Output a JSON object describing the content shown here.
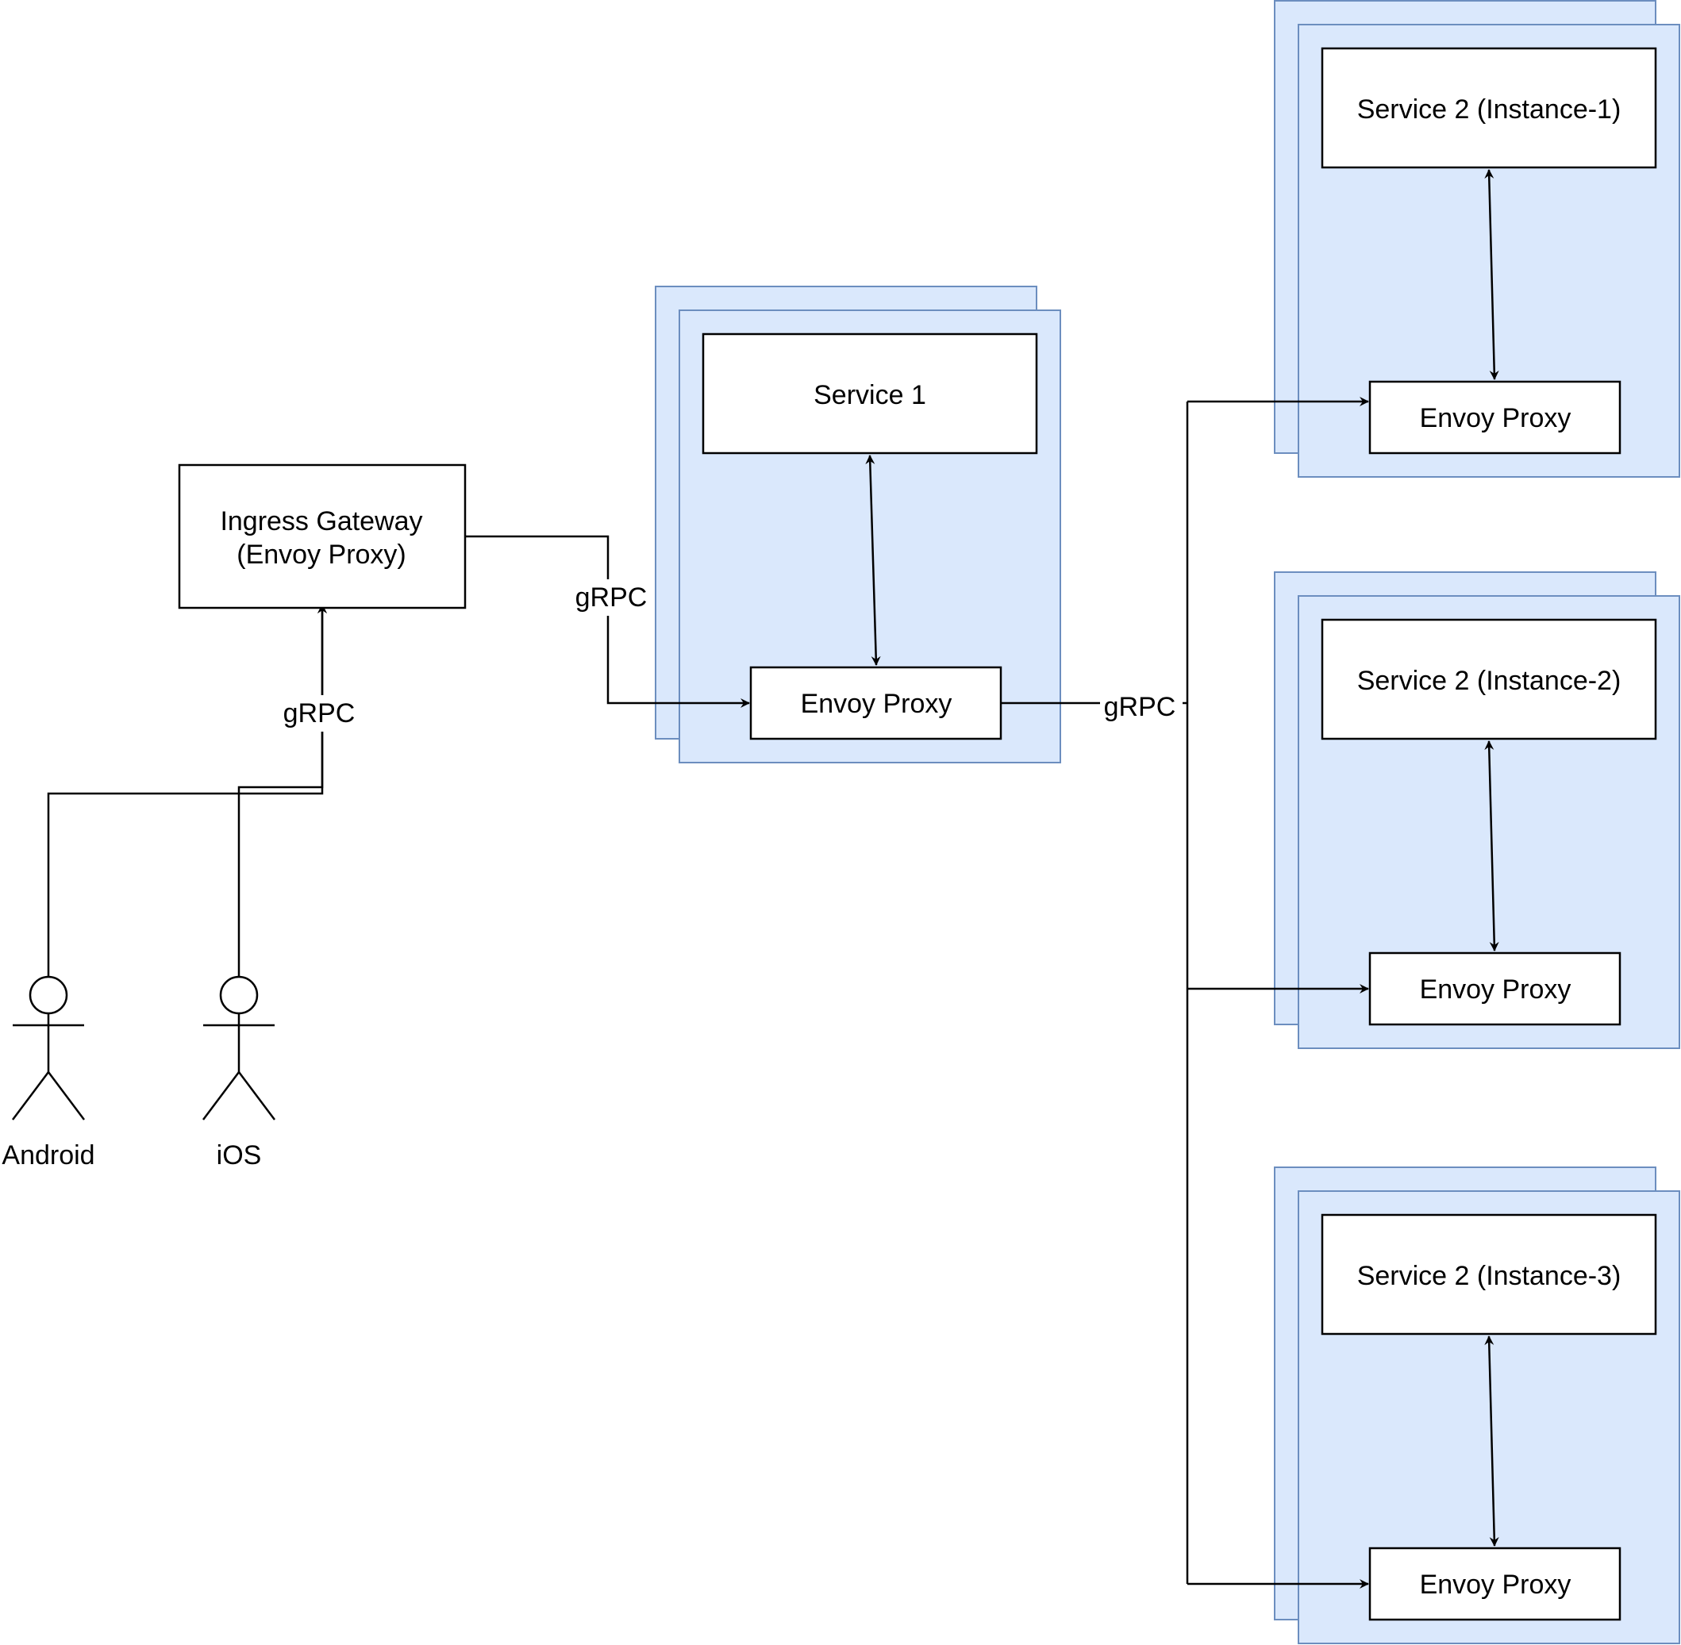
{
  "actors": {
    "android": "Android",
    "ios": "iOS"
  },
  "gateway": {
    "line1": "Ingress Gateway",
    "line2": "(Envoy Proxy)"
  },
  "service1": {
    "service_label": "Service 1",
    "proxy_label": "Envoy Proxy"
  },
  "service2": [
    {
      "service_label": "Service 2 (Instance-1)",
      "proxy_label": "Envoy Proxy"
    },
    {
      "service_label": "Service 2 (Instance-2)",
      "proxy_label": "Envoy Proxy"
    },
    {
      "service_label": "Service 2 (Instance-3)",
      "proxy_label": "Envoy Proxy"
    }
  ],
  "edge_labels": {
    "clients_to_gateway": "gRPC",
    "gateway_to_service1": "gRPC",
    "service1_to_service2": "gRPC"
  },
  "colors": {
    "pod_fill": "#dae8fc",
    "pod_stroke": "#6c8ebf",
    "stroke": "#000000",
    "box_fill": "#ffffff"
  }
}
